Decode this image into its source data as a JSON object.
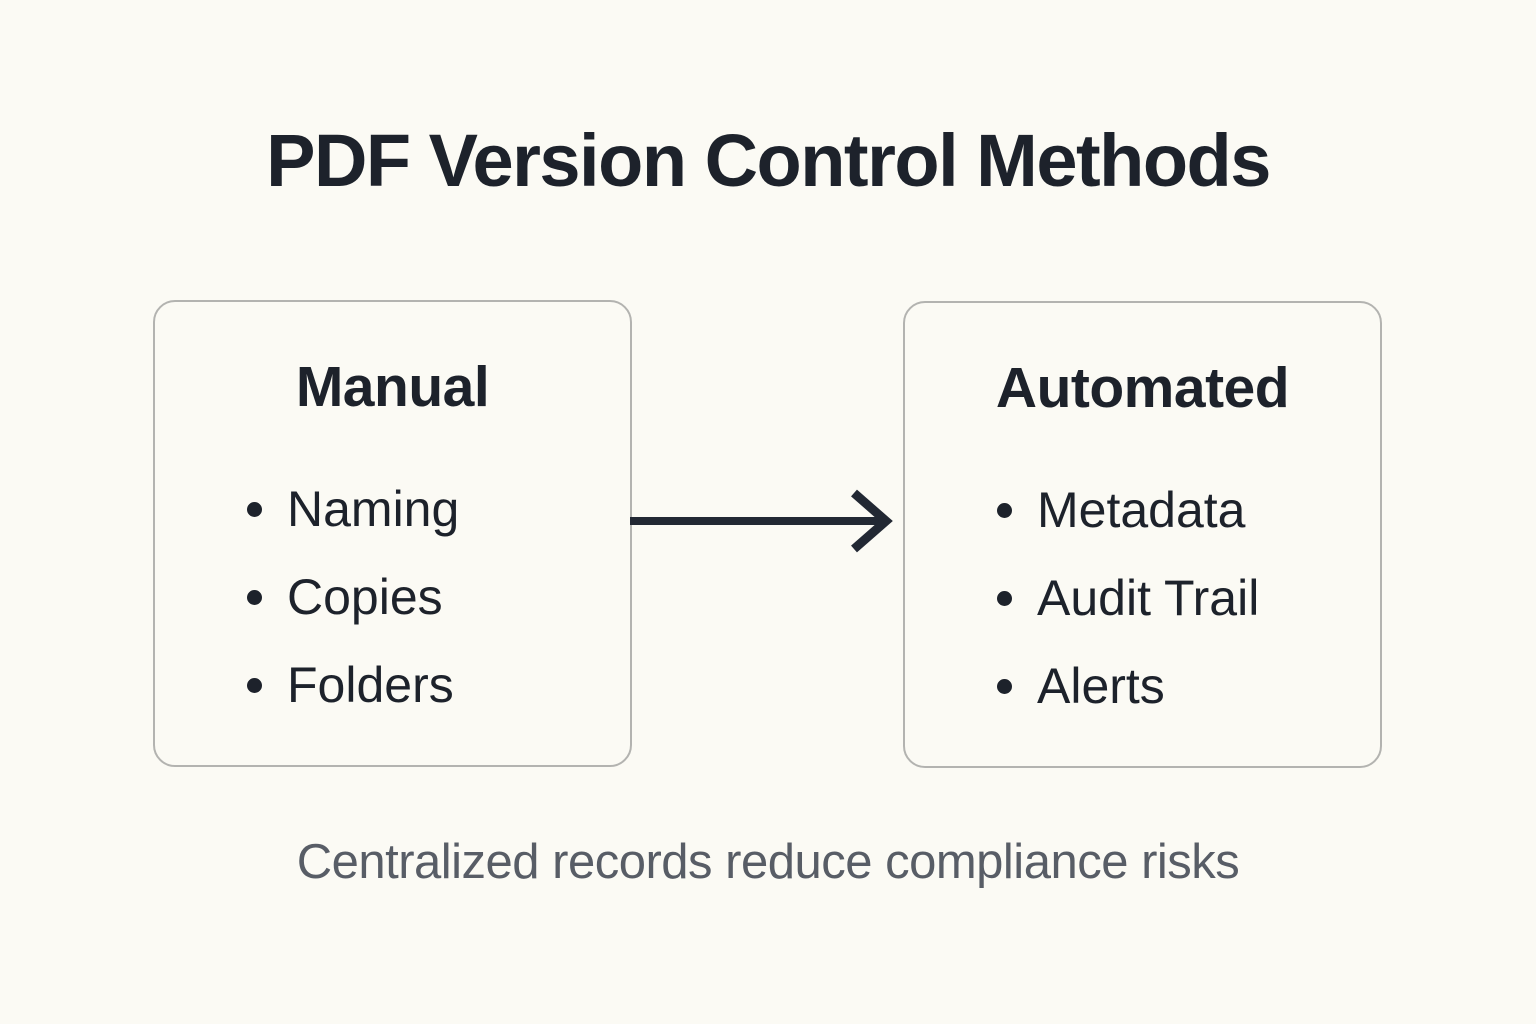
{
  "title": "PDF Version Control Methods",
  "caption": "Centralized records reduce compliance risks",
  "colors": {
    "background": "#FBFAF4",
    "text_dark": "#1D222B",
    "box_border": "#B3B3B0",
    "caption_gray": "#585D66"
  },
  "arrow": {
    "icon": "arrow-right-icon",
    "direction": "left-box-to-right-box"
  },
  "boxes": [
    {
      "title": "Manual",
      "items": [
        "Naming",
        "Copies",
        "Folders"
      ]
    },
    {
      "title": "Automated",
      "items": [
        "Metadata",
        "Audit Trail",
        "Alerts"
      ]
    }
  ]
}
